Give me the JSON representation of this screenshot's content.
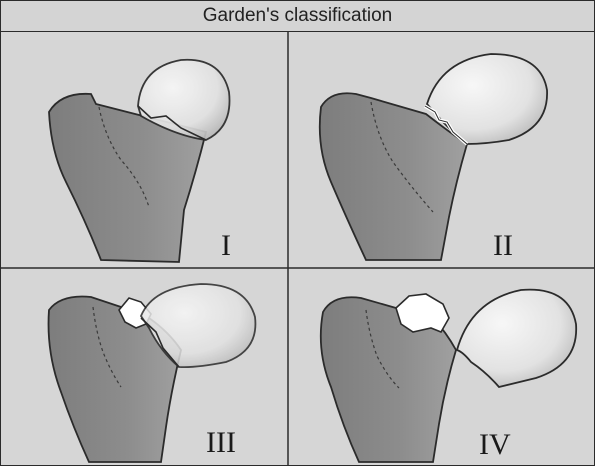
{
  "figure": {
    "title": "Garden's classification",
    "panels": [
      {
        "id": "I",
        "label": "I"
      },
      {
        "id": "II",
        "label": "II"
      },
      {
        "id": "III",
        "label": "III"
      },
      {
        "id": "IV",
        "label": "IV"
      }
    ]
  },
  "colors": {
    "background": "#d6d6d6",
    "shaft": "#8a8a8a",
    "head_light": "#f2f2f2",
    "head_dark": "#b9b9b9",
    "outline": "#2b2b2b"
  }
}
